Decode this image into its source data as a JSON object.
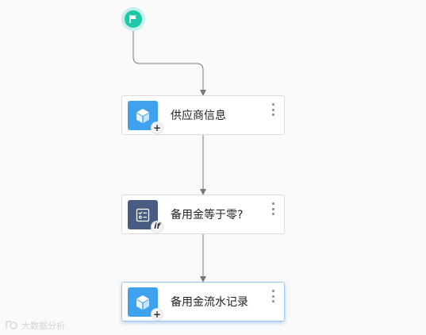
{
  "start": {
    "icon": "flag-icon",
    "color": "#1fc7a9"
  },
  "nodes": [
    {
      "id": "supplier-info",
      "label": "供应商信息",
      "icon": "cube-icon",
      "badge": "+",
      "icon_color": "#3ea2ef"
    },
    {
      "id": "petty-cash-zero",
      "label": "备用金等于零?",
      "icon": "checklist-icon",
      "badge": "if",
      "icon_color": "#475b83"
    },
    {
      "id": "petty-cash-ledger",
      "label": "备用金流水记录",
      "icon": "cube-icon",
      "badge": "+",
      "icon_color": "#3ea2ef",
      "selected": true
    }
  ],
  "watermark": {
    "text": "大数据分析"
  },
  "colors": {
    "connector": "#777777",
    "selected_border": "#9ec8ee"
  }
}
